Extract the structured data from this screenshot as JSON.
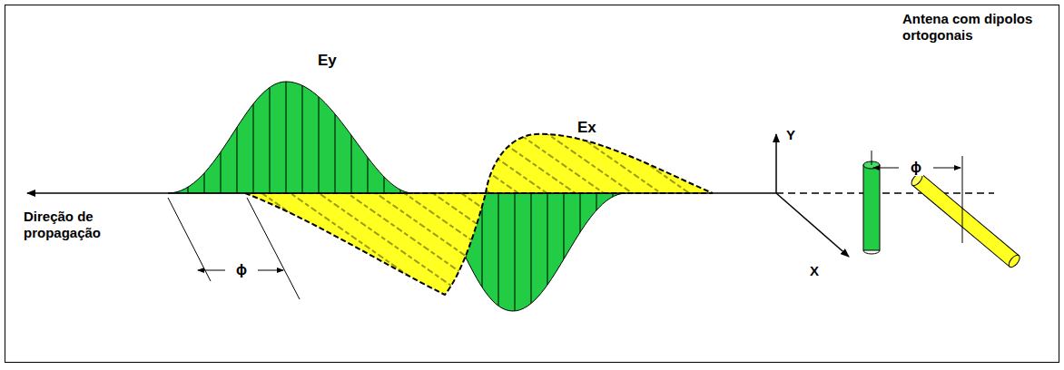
{
  "diagram": {
    "labels": [
      "Antena com dipolos ortogonais",
      "ϕ",
      "Ey",
      "Ex",
      "Direção de propagação",
      "Y",
      "ϕ",
      "X"
    ]
  }
}
